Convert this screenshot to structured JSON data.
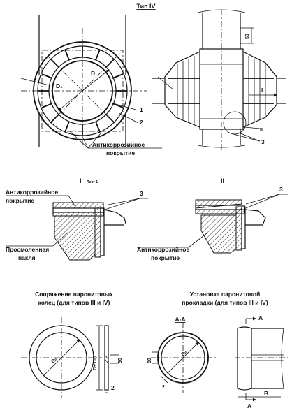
{
  "header": {
    "title": "Тип IV"
  },
  "top_left": {
    "labels": {
      "d_inner": "D₁",
      "d_outer": "D",
      "callout_1": "1",
      "callout_2": "2"
    },
    "coating_label": "Антикоррозийное",
    "coating_label_2": "покрытие"
  },
  "top_right": {
    "dim_50": "50",
    "dim_l": "l",
    "callout_2": "II",
    "callout_3": "3"
  },
  "detail_1": {
    "title": "I",
    "sheet_note": "Лист 1",
    "coating_label": "Антикоррозийное",
    "coating_label_2": "покрытие",
    "callout_3": "3",
    "packing_label": "Просмоленная",
    "packing_label_2": "пакля"
  },
  "detail_2": {
    "title": "II",
    "callout_3": "3",
    "coating_label": "Антикоррозийное",
    "coating_label_2": "покрытие"
  },
  "ring_join": {
    "title_line1": "Сопряжение паронитовых",
    "title_line2": "колец (для типов III и IV)",
    "d_inner": "Dₙ",
    "dim_height": "D+100",
    "dim_50": "50",
    "dim_2": "2"
  },
  "gasket_install": {
    "title_line1": "Установка паронитовой",
    "title_line2": "прокладки (для типов III и IV)",
    "section": "А-А",
    "d_inner": "Dₙ",
    "dim_50": "50",
    "dim_2": "2",
    "cut_a_top": "А",
    "cut_a_bottom": "А",
    "dim_b": "B"
  }
}
